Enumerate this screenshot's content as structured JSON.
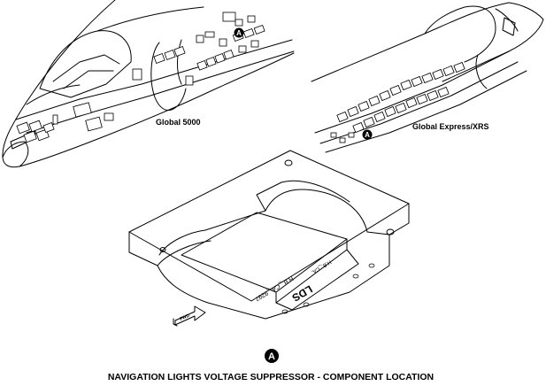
{
  "labels": {
    "aircraft_left": "Global 5000",
    "aircraft_right": "Global Express/XRS",
    "callout": "A",
    "title": "NAVIGATION LIGHTS VOLTAGE SUPPRESSOR - COMPONENT LOCATION",
    "fwd": "FWD",
    "component_main": "LDS",
    "component_sub": "H.B._CA._9297"
  }
}
